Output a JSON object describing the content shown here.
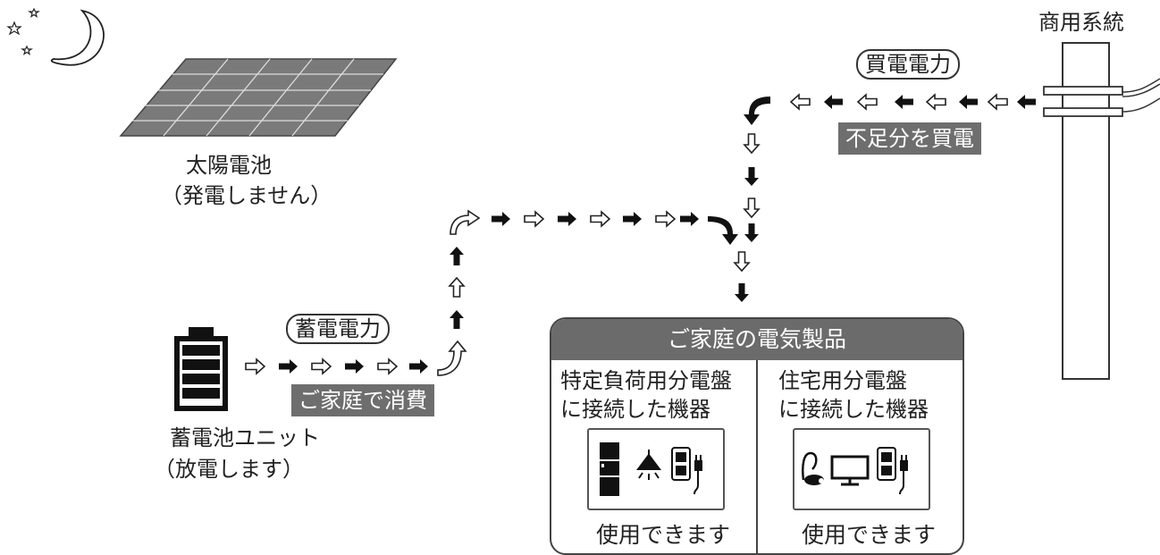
{
  "utility_grid": "商用系統",
  "purchased_power": "買電電力",
  "buy_shortfall": "不足分を買電",
  "solar": {
    "name": "太陽電池",
    "status": "（発電しません）"
  },
  "battery": {
    "name": "蓄電池ユニット",
    "status": "（放電します）"
  },
  "stored_power": "蓄電電力",
  "home_consumption": "ご家庭で消費",
  "appliances": {
    "title": "ご家庭の電気製品",
    "left": {
      "line1": "特定負荷用分電盤",
      "line2": "に接続した機器",
      "status": "使用できます"
    },
    "right": {
      "line1": "住宅用分電盤",
      "line2": "に接続した機器",
      "status": "使用できます"
    }
  },
  "colors": {
    "label_fill": "#6e6e6e",
    "panel_header": "#6b6b6b",
    "solar_panel": "#7a7a7a",
    "arrow": "#111111"
  },
  "icons": [
    "moon-icon",
    "star-icon",
    "solar-panel-icon",
    "battery-icon",
    "utility-pole-icon",
    "fridge-icon",
    "ceiling-light-icon",
    "outlet-icon",
    "plug-icon",
    "vacuum-icon",
    "tv-icon"
  ]
}
